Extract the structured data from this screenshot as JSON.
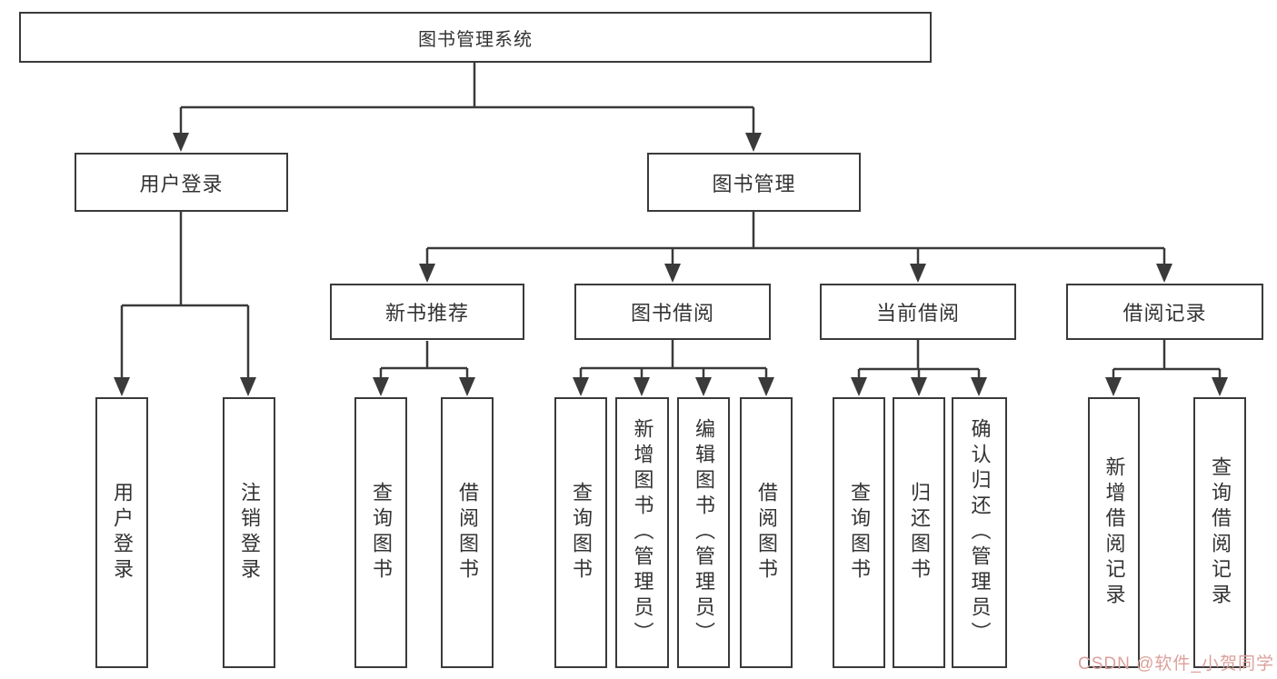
{
  "diagram": {
    "title": "图书管理系统",
    "colors": {
      "line": "#3a3a3a",
      "text": "#333333",
      "background": "#ffffff",
      "watermark": "#dca09b"
    },
    "nodes": {
      "root": {
        "label": "图书管理系统"
      },
      "level1": [
        {
          "label": "用户登录"
        },
        {
          "label": "图书管理"
        }
      ],
      "level2": [
        {
          "label": "新书推荐"
        },
        {
          "label": "图书借阅"
        },
        {
          "label": "当前借阅"
        },
        {
          "label": "借阅记录"
        }
      ],
      "level3": [
        {
          "label": "用户登录"
        },
        {
          "label": "注销登录"
        },
        {
          "label": "查询图书"
        },
        {
          "label": "借阅图书"
        },
        {
          "label": "查询图书"
        },
        {
          "label": "新增图书（管理员）"
        },
        {
          "label": "编辑图书（管理员）"
        },
        {
          "label": "借阅图书"
        },
        {
          "label": "查询图书"
        },
        {
          "label": "归还图书"
        },
        {
          "label": "确认归还（管理员）"
        },
        {
          "label": "新增借阅记录"
        },
        {
          "label": "查询借阅记录"
        }
      ]
    },
    "watermark": "CSDN @软件_小贺同学"
  }
}
